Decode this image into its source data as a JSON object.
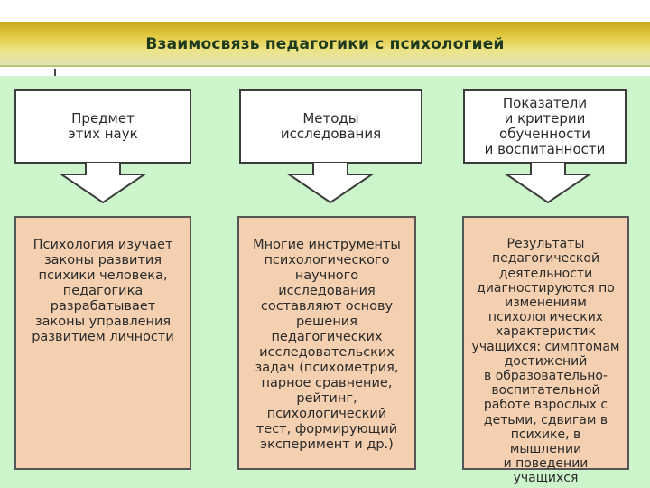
{
  "title": "Взаимосвязь педагогики с психологией",
  "columns": [
    {
      "header": "Предмет\nэтих наук",
      "body": "Психология изучает\nзаконы развития\nпсихики человека,\nпедагогика\nразрабатывает\nзаконы управления\nразвитием личности"
    },
    {
      "header": "Методы\nисследования",
      "body": "Многие инструменты\nпсихологического\nнаучного\nисследования\nсоставляют основу\nрешения\nпедагогических\nисследовательских\nзадач (психометрия,\nпарное сравнение,\nрейтинг,\nпсихологический\nтест, формирующий\nэксперимент и др.)"
    },
    {
      "header": "Показатели\nи критерии\nобученности\nи воспитанности",
      "body": "Результаты\nпедагогической\nдеятельности\nдиагностируются по\nизменениям\nпсихологических\nхарактеристик\nучащихся: симптомам\nдостижений\nв образовательно-\nвоспитательной\nработе взрослых с\nдетьми, сдвигам в\nпсихике, в\nмышлении\nи поведении\nучащихся"
    }
  ],
  "colors": {
    "title_band": "#e5cd48",
    "background": "#ccf5cc",
    "header_box": "#ffffff",
    "body_box": "#f5d0b0"
  }
}
